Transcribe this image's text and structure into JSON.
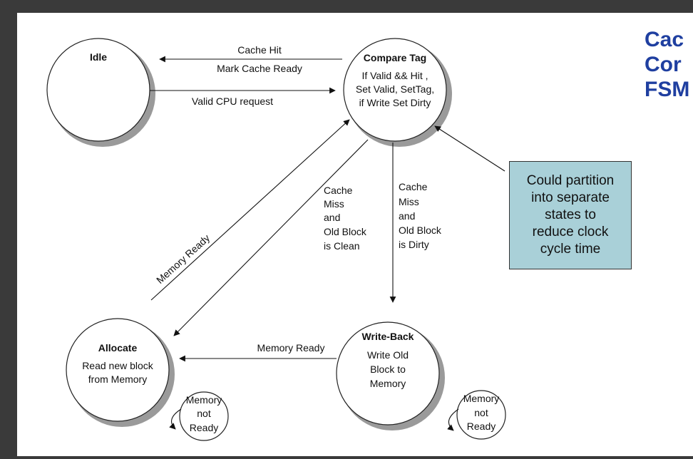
{
  "heading": [
    "Cac",
    "Cor",
    "FSM"
  ],
  "states": {
    "idle": {
      "title": "Idle",
      "body": []
    },
    "compare_tag": {
      "title": "Compare Tag",
      "body": [
        "If Valid && Hit ,",
        "Set Valid, SetTag,",
        "if Write Set Dirty"
      ]
    },
    "allocate": {
      "title": "Allocate",
      "body": [
        "Read new block",
        "from Memory"
      ]
    },
    "write_back": {
      "title": "Write-Back",
      "body": [
        "Write Old",
        "Block to",
        "Memory"
      ]
    }
  },
  "self_loops": {
    "allocate": [
      "Memory",
      "not",
      "Ready"
    ],
    "write_back": [
      "Memory",
      "not",
      "Ready"
    ]
  },
  "edges": {
    "cache_hit": "Cache Hit",
    "mark_ready": "Mark Cache Ready",
    "valid_cpu": "Valid CPU request",
    "miss_clean": [
      "Cache",
      "Miss",
      "and",
      "Old Block",
      "is Clean"
    ],
    "miss_dirty": [
      "Cache",
      "Miss",
      "and",
      "Old Block",
      "is Dirty"
    ],
    "memory_ready_diag": "Memory Ready",
    "memory_ready_bottom": "Memory Ready"
  },
  "callout": [
    "Could partition",
    "into separate",
    "states to",
    "reduce clock",
    "cycle time"
  ]
}
